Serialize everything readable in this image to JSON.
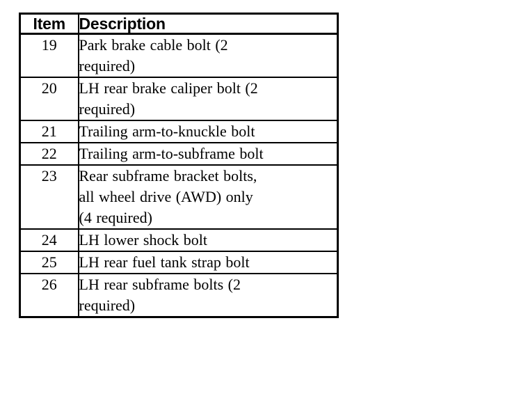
{
  "document": {
    "type": "specification-table",
    "background_color": "#ffffff",
    "text_color": "#000000",
    "border_color": "#000000"
  },
  "table": {
    "headers": {
      "item": "Item",
      "description": "Description"
    },
    "rows": [
      {
        "item": "19",
        "description": "Park brake cable bolt (2 required)",
        "lines": [
          "Park brake cable bolt (2",
          "required)"
        ]
      },
      {
        "item": "20",
        "description": "LH rear brake caliper bolt (2 required)",
        "lines": [
          "LH rear brake caliper bolt (2",
          "required)"
        ]
      },
      {
        "item": "21",
        "description": "Trailing arm-to-knuckle bolt",
        "lines": [
          "Trailing arm-to-knuckle bolt"
        ]
      },
      {
        "item": "22",
        "description": "Trailing arm-to-subframe bolt",
        "lines": [
          "Trailing arm-to-subframe bolt"
        ]
      },
      {
        "item": "23",
        "description": "Rear subframe bracket bolts, all wheel drive (AWD) only (4 required)",
        "lines": [
          "Rear subframe bracket bolts,",
          "all wheel drive (AWD) only",
          "(4 required)"
        ]
      },
      {
        "item": "24",
        "description": "LH lower shock bolt",
        "lines": [
          "LH lower shock bolt"
        ]
      },
      {
        "item": "25",
        "description": "LH rear fuel tank strap bolt",
        "lines": [
          "LH rear fuel tank strap bolt"
        ]
      },
      {
        "item": "26",
        "description": "LH rear subframe bolts (2 required)",
        "lines": [
          "LH rear subframe bolts (2",
          "required)"
        ]
      }
    ]
  }
}
